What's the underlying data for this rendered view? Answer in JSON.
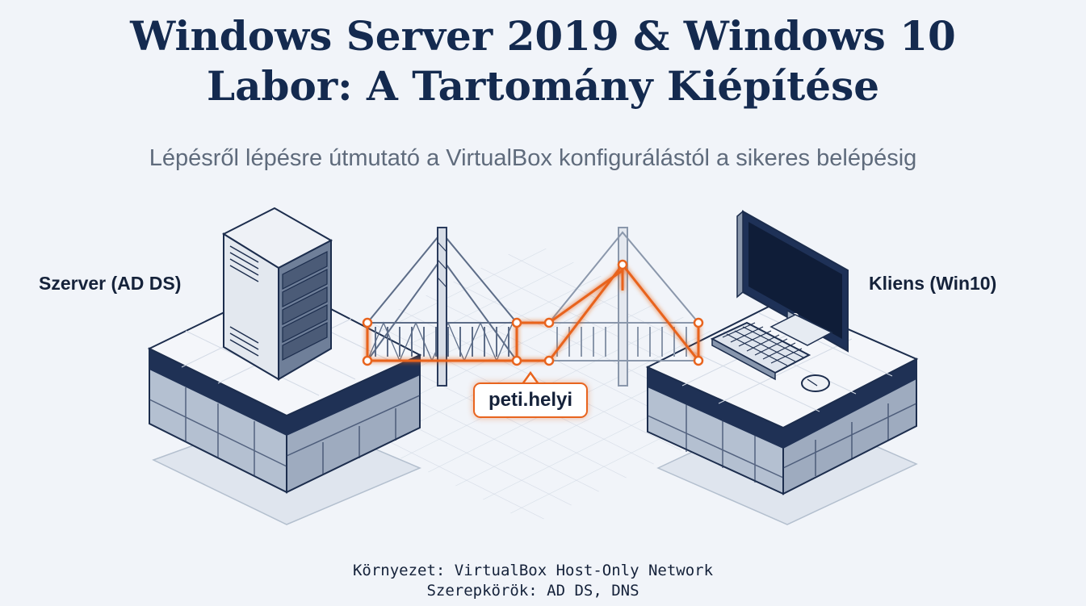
{
  "title": {
    "line1": "Windows Server 2019 & Windows 10",
    "line2": "Labor: A Tartomány Kiépítése"
  },
  "subtitle": "Lépésről lépésre útmutató a VirtualBox konfigurálástól a sikeres belépésig",
  "nodes": {
    "server": {
      "label": "Szerver (AD DS)",
      "icon": "server-rack-icon"
    },
    "client": {
      "label": "Kliens (Win10)",
      "icon": "desktop-computer-icon"
    }
  },
  "link": {
    "domain": "peti.helyi",
    "icon": "bridge-icon"
  },
  "footer": {
    "line1": "Környezet: VirtualBox Host-Only Network",
    "line2": "Szerepkörök: AD DS, DNS"
  },
  "colors": {
    "navy": "#142a4f",
    "accent": "#e8641e",
    "background": "#f1f4f9",
    "muted_text": "#5f6b7c"
  }
}
